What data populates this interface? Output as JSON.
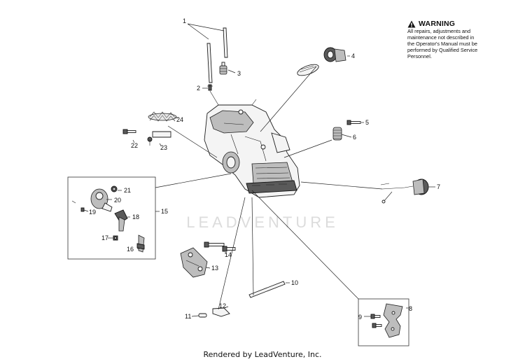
{
  "warning": {
    "title": "WARNING",
    "lines": [
      "All repairs, adjustments and",
      "maintenance not described in",
      "the Operator's Manual must be",
      "performed by Qualified Service",
      "Personnel."
    ]
  },
  "watermark": "LEADVENTURE",
  "footer": "Rendered by LeadVenture, Inc.",
  "callouts": [
    "1",
    "2",
    "3",
    "4",
    "5",
    "6",
    "7",
    "8",
    "9",
    "10",
    "11",
    "12",
    "13",
    "14",
    "15",
    "16",
    "17",
    "18",
    "19",
    "20",
    "21",
    "22",
    "23",
    "24"
  ]
}
